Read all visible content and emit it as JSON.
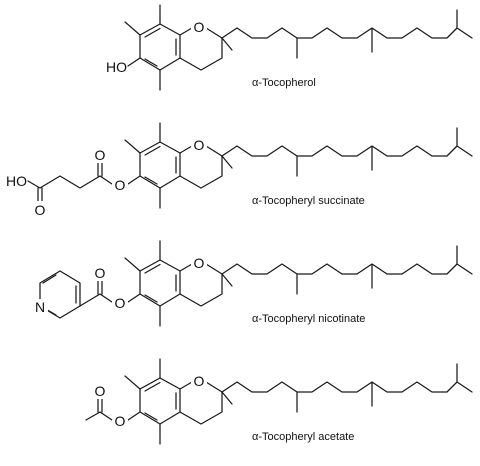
{
  "compounds": [
    {
      "name": "α-Tocopherol",
      "atoms": {
        "ring_o": "O",
        "hydroxyl": "HO"
      }
    },
    {
      "name": "α-Tocopheryl succinate",
      "atoms": {
        "ring_o": "O",
        "ester_o": "O",
        "carbonyl_o_1": "O",
        "carbonyl_o_2": "O",
        "acid_ho": "HO"
      }
    },
    {
      "name": "α-Tocopheryl nicotinate",
      "atoms": {
        "ring_o": "O",
        "ester_o": "O",
        "carbonyl_o": "O",
        "pyridine_n": "N"
      }
    },
    {
      "name": "α-Tocopheryl acetate",
      "atoms": {
        "ring_o": "O",
        "ester_o": "O",
        "carbonyl_o": "O"
      }
    }
  ]
}
